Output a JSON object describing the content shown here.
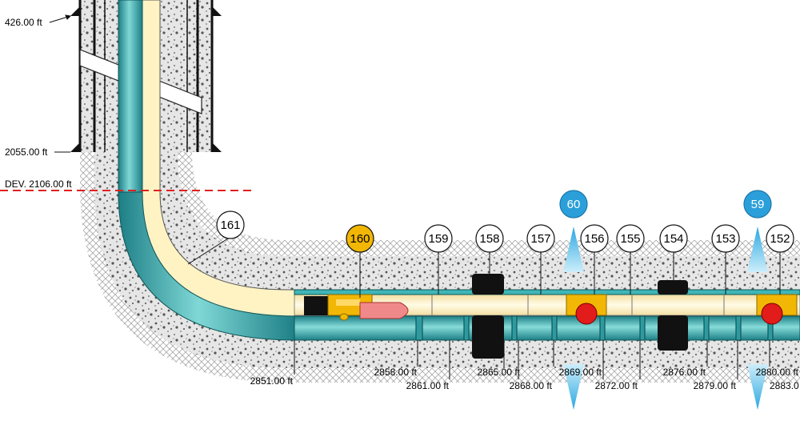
{
  "depths": {
    "casing_shoe_1": "426.00 ft",
    "casing_shoe_2": "2055.00 ft",
    "deviation": "DEV. 2106.00 ft"
  },
  "bottom_depths": [
    "2851.00 ft",
    "2858.00 ft",
    "2861.00 ft",
    "2865.00 ft",
    "2868.00 ft",
    "2869.00 ft",
    "2872.00 ft",
    "2876.00 ft",
    "2879.00 ft",
    "2880.00 ft",
    "2883.0"
  ],
  "component_labels": [
    "161",
    "160",
    "159",
    "158",
    "157",
    "156",
    "155",
    "154",
    "153",
    "152"
  ],
  "perforation_labels": [
    "60",
    "59"
  ],
  "colors": {
    "tubing_teal": "#3fb6b8",
    "annulus_cream": "#fff3c4",
    "highlight_orange": "#f2b705",
    "perforation_blue": "#2b9fd9",
    "deviation_red": "#e02020",
    "packer_black": "#111111",
    "plug_pink": "#f08a8a",
    "valve_red": "#e21b1b"
  }
}
